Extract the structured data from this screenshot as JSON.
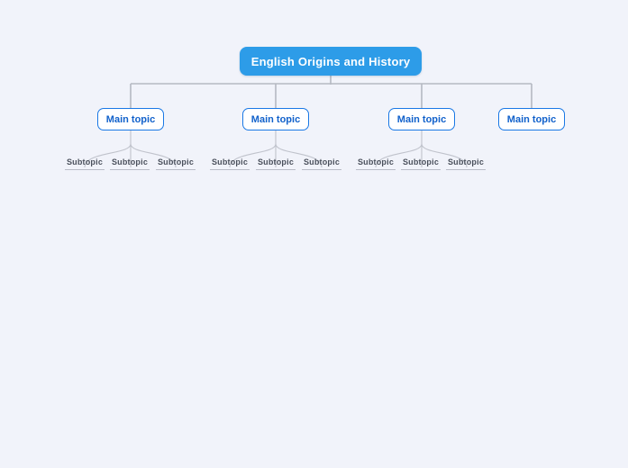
{
  "mindmap": {
    "background_color": "#f1f3fa",
    "root": {
      "label": "English Origins and History",
      "fill_color": "#2d9ce8",
      "text_color": "#ffffff"
    },
    "main_topics": [
      {
        "label": "Main topic"
      },
      {
        "label": "Main topic"
      },
      {
        "label": "Main topic"
      },
      {
        "label": "Main topic"
      }
    ],
    "subtopic_groups": [
      {
        "parent": 0,
        "subtopics": [
          "Subtopic",
          "Subtopic",
          "Subtopic"
        ]
      },
      {
        "parent": 1,
        "subtopics": [
          "Subtopic",
          "Subtopic",
          "Subtopic"
        ]
      },
      {
        "parent": 2,
        "subtopics": [
          "Subtopic",
          "Subtopic",
          "Subtopic"
        ]
      }
    ],
    "colors": {
      "main_topic_border": "#1a78e5",
      "main_topic_text": "#1161cb",
      "subtopic_text": "#4a505c",
      "tree_connector": "#b5b9c2",
      "subtopic_connector": "#c0c3cc"
    }
  }
}
